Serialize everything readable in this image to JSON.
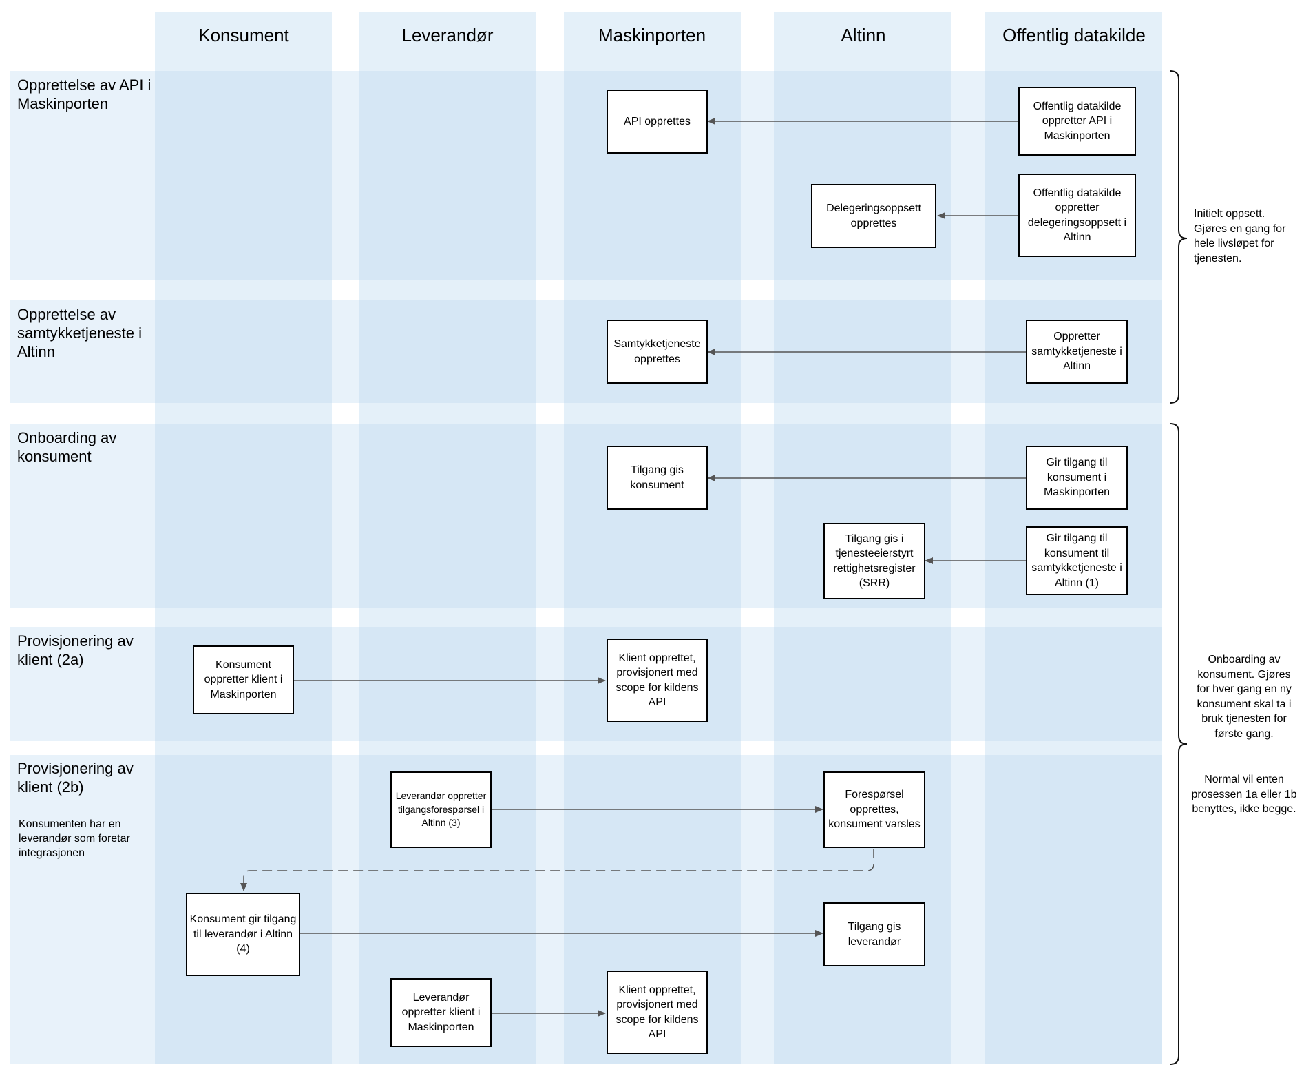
{
  "lanes": [
    "Konsument",
    "Leverandør",
    "Maskinporten",
    "Altinn",
    "Offentlig datakilde"
  ],
  "rows": [
    {
      "title": "Opprettelse av API i Maskinporten"
    },
    {
      "title": "Opprettelse av samtykketjeneste i Altinn"
    },
    {
      "title": "Onboarding av konsument"
    },
    {
      "title": "Provisjonering av klient (2a)"
    },
    {
      "title": "Provisjonering av klient (2b)",
      "note": "Konsumenten har en leverandør som foretar integrasjonen"
    }
  ],
  "boxes": {
    "api_opprettes": "API opprettes",
    "offentlig_oppretter_api": "Offentlig datakilde oppretter API i Maskinporten",
    "delegeringsoppsett_opprettes": "Delegeringsoppsett opprettes",
    "offentlig_oppretter_delegering": "Offentlig datakilde oppretter delegeringsoppsett i Altinn",
    "samtykketjeneste_opprettes": "Samtykketjeneste opprettes",
    "oppretter_samtykketjeneste": "Oppretter samtykketjeneste i Altinn",
    "tilgang_gis_konsument": "Tilgang gis konsument",
    "gir_tilgang_maskinporten": "Gir tilgang til konsument i Maskinporten",
    "tilgang_gis_srr": "Tilgang gis i tjenesteeierstyrt rettighetsregister (SRR)",
    "gir_tilgang_samtykke": "Gir tilgang til konsument til samtykketjeneste i Altinn (1)",
    "konsument_oppretter_klient": "Konsument oppretter klient i Maskinporten",
    "klient_opprettet_2a": "Klient opprettet, provisjonert med scope for kildens API",
    "leverandor_tilgangsforesporsel": "Leverandør oppretter tilgangsforespørsel i Altinn (3)",
    "foresporsel_opprettes": "Forespørsel opprettes, konsument varsles",
    "konsument_gir_tilgang": "Konsument gir tilgang til leverandør i Altinn (4)",
    "tilgang_gis_leverandor": "Tilgang gis leverandør",
    "leverandor_oppretter_klient": "Leverandør oppretter klient i Maskinporten",
    "klient_opprettet_2b": "Klient opprettet, provisjonert med scope for kildens API"
  },
  "brace_notes": {
    "initial": "Initielt oppsett. Gjøres en gang for hele livsløpet for tjenesten.",
    "onboarding": "Onboarding av konsument. Gjøres for hver gang en ny konsument skal ta i bruk tjenesten for første gang.",
    "onboarding_extra": "Normal vil enten prosessen 1a eller 1b benyttes, ikke begge."
  },
  "colors": {
    "lane_bg": "#e4f0f9",
    "band_bg": "#e8f2fa",
    "cell_bg": "#d6e7f5",
    "arrow": "#555555",
    "brace": "#111111"
  }
}
